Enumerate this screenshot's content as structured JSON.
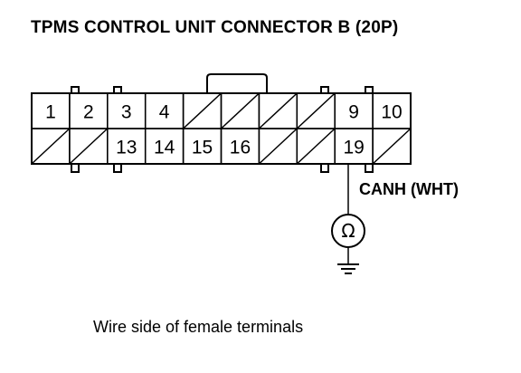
{
  "title": "TPMS CONTROL UNIT CONNECTOR B (20P)",
  "wire_label": "CANH (WHT)",
  "caption": "Wire side of female terminals",
  "meter_symbol": "Ω",
  "meter_icon": "ohmmeter-icon",
  "ground_icon": "ground-icon",
  "connector": {
    "rows": [
      [
        "1",
        "2",
        "3",
        "4",
        "",
        "",
        "",
        "",
        "9",
        "10"
      ],
      [
        "",
        "",
        "13",
        "14",
        "15",
        "16",
        "",
        "",
        "19",
        ""
      ]
    ],
    "probed_terminal": "19"
  }
}
